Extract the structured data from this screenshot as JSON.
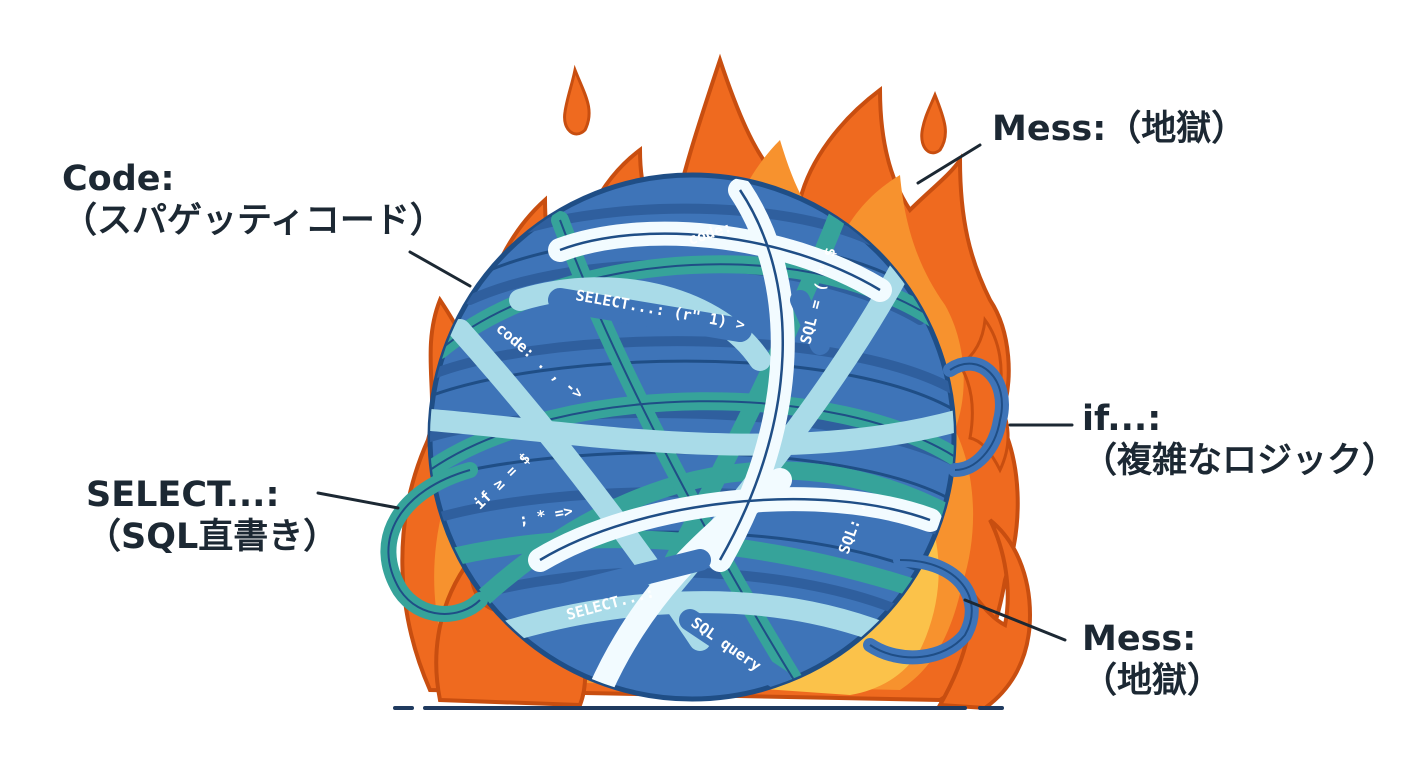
{
  "labels": {
    "code": {
      "line1": "Code:",
      "line2": "（スパゲッティコード）"
    },
    "mess_top": {
      "line1": "Mess:（地獄）"
    },
    "select": {
      "line1": "SELECT...:",
      "line2": "（SQL直書き）"
    },
    "if": {
      "line1": "if...:",
      "line2": "（複雑なロジック）"
    },
    "mess_bottom": {
      "line1": "Mess:",
      "line2": "（地獄）"
    }
  },
  "strand_texts": {
    "t1": "SELECT...: (r\" 1) >",
    "t2": "code: . , ->",
    "t3": "SQL = ( \" $",
    "t4": "code:",
    "t5": "if ≥ = $",
    "t6": "; * =>",
    "t7": "SELECT...:",
    "t8": "SQL query",
    "t9": "SQL: ."
  },
  "colors": {
    "flame_outer": "#ef6a1f",
    "flame_mid": "#f7922e",
    "flame_inner": "#fbc24a",
    "ball_blue": "#3e74b8",
    "ball_dark": "#1f4e86",
    "strand_teal": "#36a39a",
    "strand_light": "#a9dbe8",
    "strand_white": "#f2fbff",
    "ink": "#1c2833"
  }
}
